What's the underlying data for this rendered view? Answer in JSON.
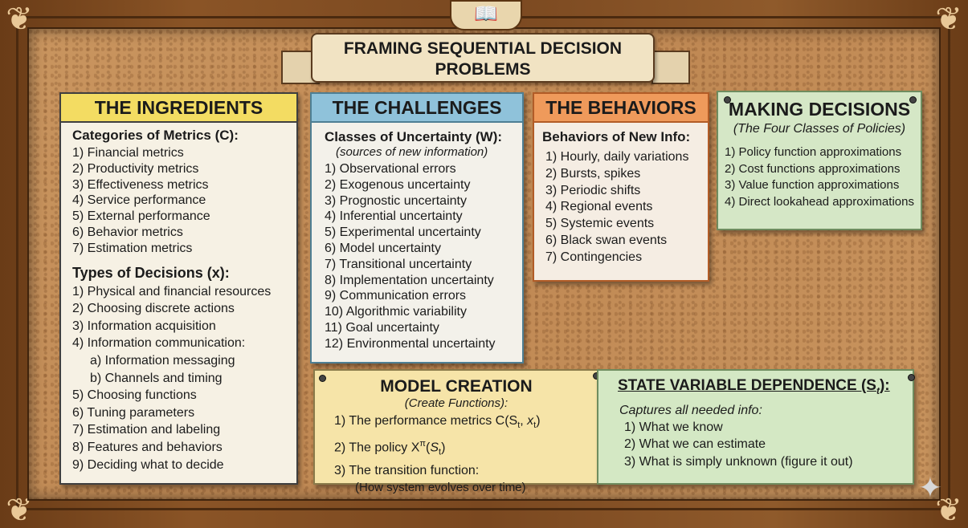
{
  "board": {
    "title_line1": "FRAMING SEQUENTIAL DECISION",
    "title_line2": "PROBLEMS",
    "book_icon": "open-book-icon"
  },
  "ingredients": {
    "header": "THE INGREDIENTS",
    "header_color": "#f3dc62",
    "metrics_title": "Categories of Metrics (C):",
    "metrics": [
      "1) Financial metrics",
      "2) Productivity metrics",
      "3) Effectiveness metrics",
      "4) Service performance",
      "5) External performance",
      "6) Behavior metrics",
      "7) Estimation metrics"
    ],
    "decisions_title": "Types of Decisions (x):",
    "decisions": [
      "1) Physical and financial resources",
      "2) Choosing discrete actions",
      "3) Information acquisition",
      "4) Information communication:",
      "a) Information messaging",
      "b) Channels and timing",
      "5) Choosing functions",
      "6) Tuning parameters",
      "7) Estimation and labeling",
      "8) Features and behaviors",
      "9) Deciding what to decide"
    ]
  },
  "challenges": {
    "header": "THE CHALLENGES",
    "header_color": "#8fc2da",
    "title": "Classes of Uncertainty (W):",
    "subtitle": "(sources of new information)",
    "items": [
      "1) Observational errors",
      "2) Exogenous uncertainty",
      "3) Prognostic uncertainty",
      "4) Inferential uncertainty",
      "5) Experimental uncertainty",
      "6) Model uncertainty",
      "7) Transitional uncertainty",
      "8) Implementation uncertainty",
      "9) Communication errors",
      "10) Algorithmic variability",
      "11) Goal uncertainty",
      "12) Environmental uncertainty"
    ]
  },
  "behaviors": {
    "header": "THE BEHAVIORS",
    "header_color": "#ef9a5b",
    "title": "Behaviors of New Info:",
    "items": [
      "1) Hourly, daily variations",
      "2) Bursts, spikes",
      "3) Periodic shifts",
      "4) Regional events",
      "5) Systemic events",
      "6) Black swan events",
      "7) Contingencies"
    ]
  },
  "decisions_note": {
    "header": "MAKING DECISIONS",
    "subtitle": "(The Four Classes of Policies)",
    "color": "#d5e7c6",
    "items": [
      "1) Policy function approximations",
      "2) Cost functions approximations",
      "3) Value function approximations",
      "4) Direct lookahead approximations"
    ]
  },
  "model_creation": {
    "header": "MODEL CREATION",
    "subtitle": "(Create Functions):",
    "color": "#f6e4a8",
    "item1": "1) The performance metrics C(S",
    "item2": "2) The policy X",
    "item3": "3) The transition function:",
    "item3_sub": "(How system evolves over time)"
  },
  "state_variable": {
    "header": "STATE VARIABLE DEPENDENCE (S",
    "subscript": "t",
    "header_end": "):",
    "subtitle": "Captures all needed info:",
    "color": "#d4e8c4",
    "items": [
      "1) What we know",
      "2) What we can estimate",
      "3) What is simply unknown (figure it out)"
    ]
  }
}
